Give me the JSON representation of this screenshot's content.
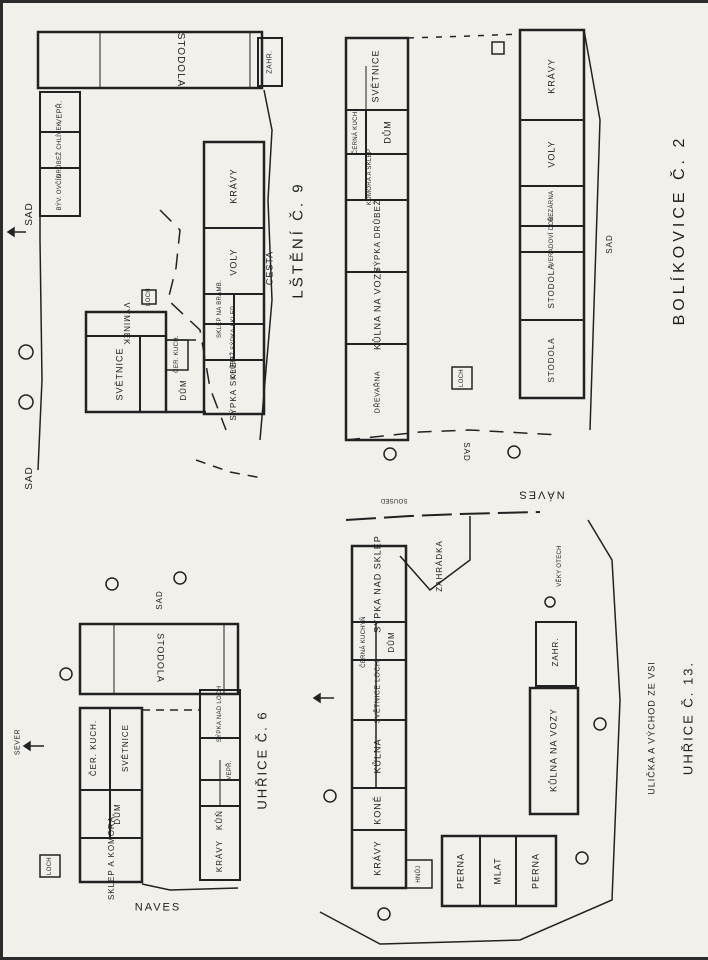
{
  "plates": {
    "bolikovice": "BOLÍKOVICE Č. 2",
    "usteni": "LŠTĚNÍ Č. 9",
    "uhrice6": "UHŘICE Č. 6",
    "uhrice13": "UHŘICE Č. 13."
  },
  "places": {
    "cesta": "CESTA",
    "sad": "SAD",
    "naves": "NÁVES",
    "naves_bottom": "NAVES",
    "ulicka": "ULIČKA A VÝCHOD ZE VSI",
    "sever": "SEVER",
    "soused": "SOUSED"
  },
  "rooms": {
    "stodola": "STODOLA",
    "zahr": "ZAHR.",
    "vepr": "VEPŘ.",
    "drubez_chlivek": "DRŮBEŽ CHLÍVEK",
    "byv_ovcin": "BÝV. OVČÍN",
    "svetnice": "SVĚTNICE",
    "dum": "DŮM",
    "cerna_kuch": "ČER. KUCH.",
    "cerna_kuchyn": "ČERNÁ KUCHYŇ",
    "cerna_kuchyne": "ČERNÁ KUCH.",
    "komora_sklep": "KOMORA A SKLEP",
    "sypka_drubez": "SÝPKA DRŮBEŽ",
    "kulna_vozy": "KŮLNA NA VOZY",
    "drevarna": "DŘEVAŘNA",
    "loch": "LOCH",
    "kravy": "KRÁVY",
    "voly": "VOLY",
    "rezarna": "ŘEZÁRNA",
    "veradovi_dob": "VERADOVÍ DOB.",
    "vyminek": "VÝMINEK",
    "sypka_sklep": "SÝPKA SKLEP",
    "drubez_sypka_sklep": "DRŮBEŽ SÝPKA SKLEP",
    "sklep_brambory": "SKLEP NA BRAMB.",
    "sklep_komora": "SKLEP A KOMORA",
    "vepr2": "VEPŘ.",
    "kun": "KŮŇ",
    "sypka_loch": "SÝPKA NAD LOCH",
    "kulna": "KŮLNA",
    "kone": "KONĚ",
    "sypka_nad_sklep": "SÝPKA NAD SKLEP",
    "zahradka": "ZAHRÁDKA",
    "perna": "PERNA",
    "mlat": "MLAT",
    "veky_otech": "VĚKY OTECH",
    "svetnice_loch": "SVĚTNICE LOCH",
    "hnuj": "HNŮJ"
  }
}
